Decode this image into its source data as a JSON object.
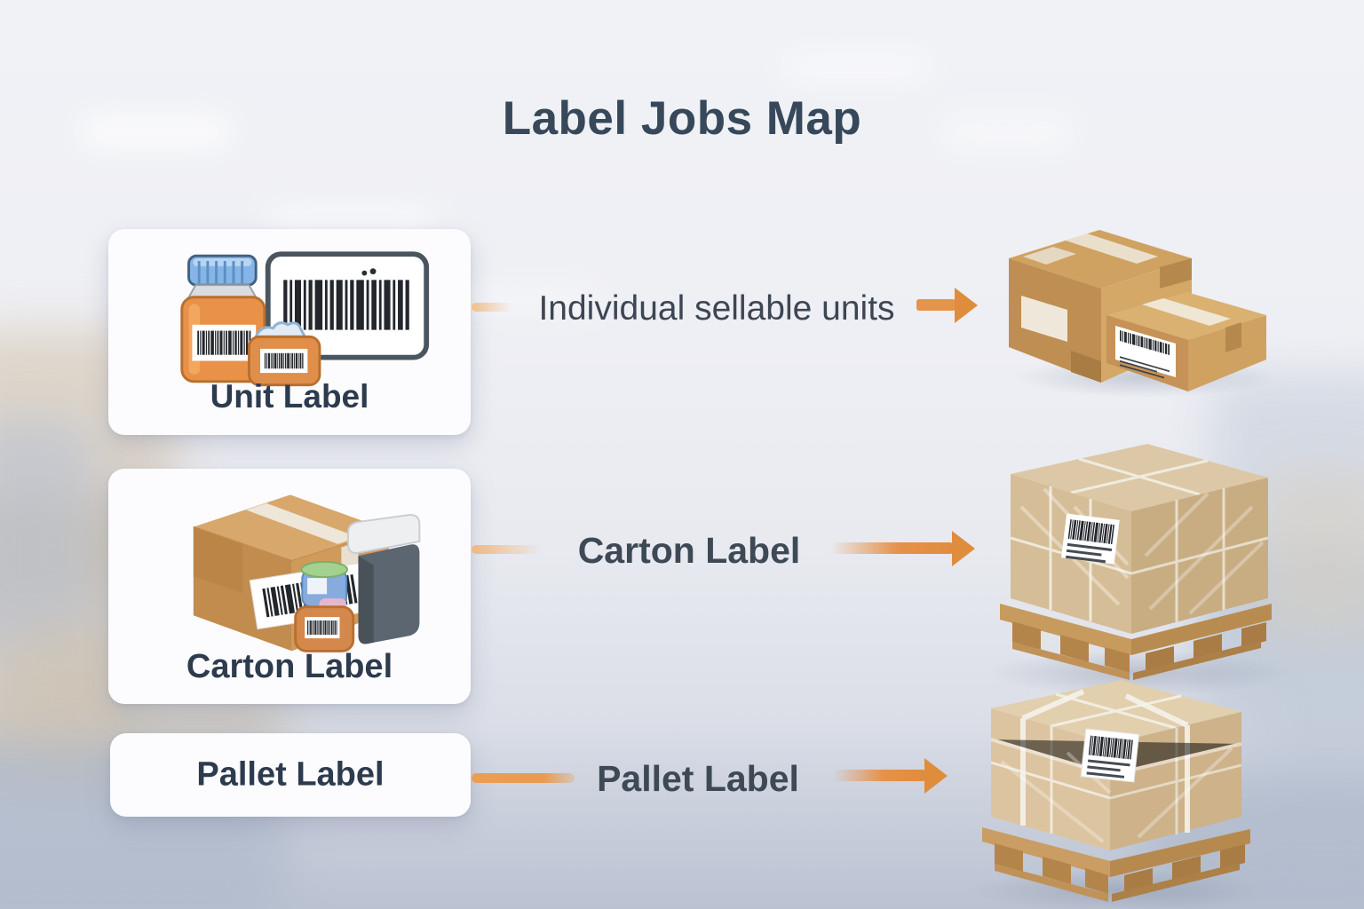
{
  "title": "Label Jobs Map",
  "colors": {
    "accent_arrow": "#E08C3D",
    "title_text": "#36485A",
    "card_text": "#2D3B4E",
    "flow_text": "#3E4754",
    "card_background": "#FCFCFE"
  },
  "rows": [
    {
      "card": {
        "label": "Unit Label",
        "icon": "pill-bottle-jar-and-barcode-illustration"
      },
      "flow": {
        "label": "Individual sellable units",
        "arrow_icon": "right-arrow-icon"
      },
      "target": {
        "icon": "labeled-shipping-boxes-illustration"
      }
    },
    {
      "card": {
        "label": "Carton Label",
        "icon": "carton-bottle-and-label-printer-illustration"
      },
      "flow": {
        "label": "Carton Label",
        "arrow_icon": "right-arrow-icon"
      },
      "target": {
        "icon": "shrink-wrapped-pallet-illustration"
      }
    },
    {
      "card": {
        "label": "Pallet Label"
      },
      "flow": {
        "label": "Pallet Label",
        "arrow_icon": "right-arrow-icon"
      },
      "target": {
        "icon": "strapped-pallet-illustration"
      }
    }
  ]
}
